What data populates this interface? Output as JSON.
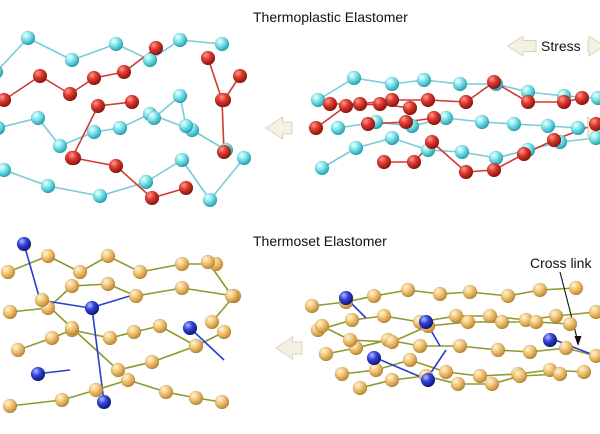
{
  "titles": {
    "thermoplastic": "Thermoplastic Elastomer",
    "thermoset": "Thermoset Elastomer"
  },
  "labels": {
    "stress": "Stress",
    "cross_link": "Cross link"
  },
  "colors": {
    "background": "#ffffff",
    "hard_segment_bead": "#d9342b",
    "soft_segment_bead": "#6fdbe3",
    "hard_chain_line": "#cf3a30",
    "soft_chain_line": "#79cbd6",
    "polymer_bead": "#f1c97f",
    "crosslink_bead": "#2f3fd4",
    "polymer_chain_line": "#8e9a2a",
    "crosslink_line": "#2b3ccf",
    "arrow_fill": "#f4f0e2",
    "arrow_stroke": "#dcd3b8"
  },
  "icons": {
    "stress_arrow": "left-block-arrow-icon",
    "cross_link_pointer": "pointer-arrow-icon"
  }
}
